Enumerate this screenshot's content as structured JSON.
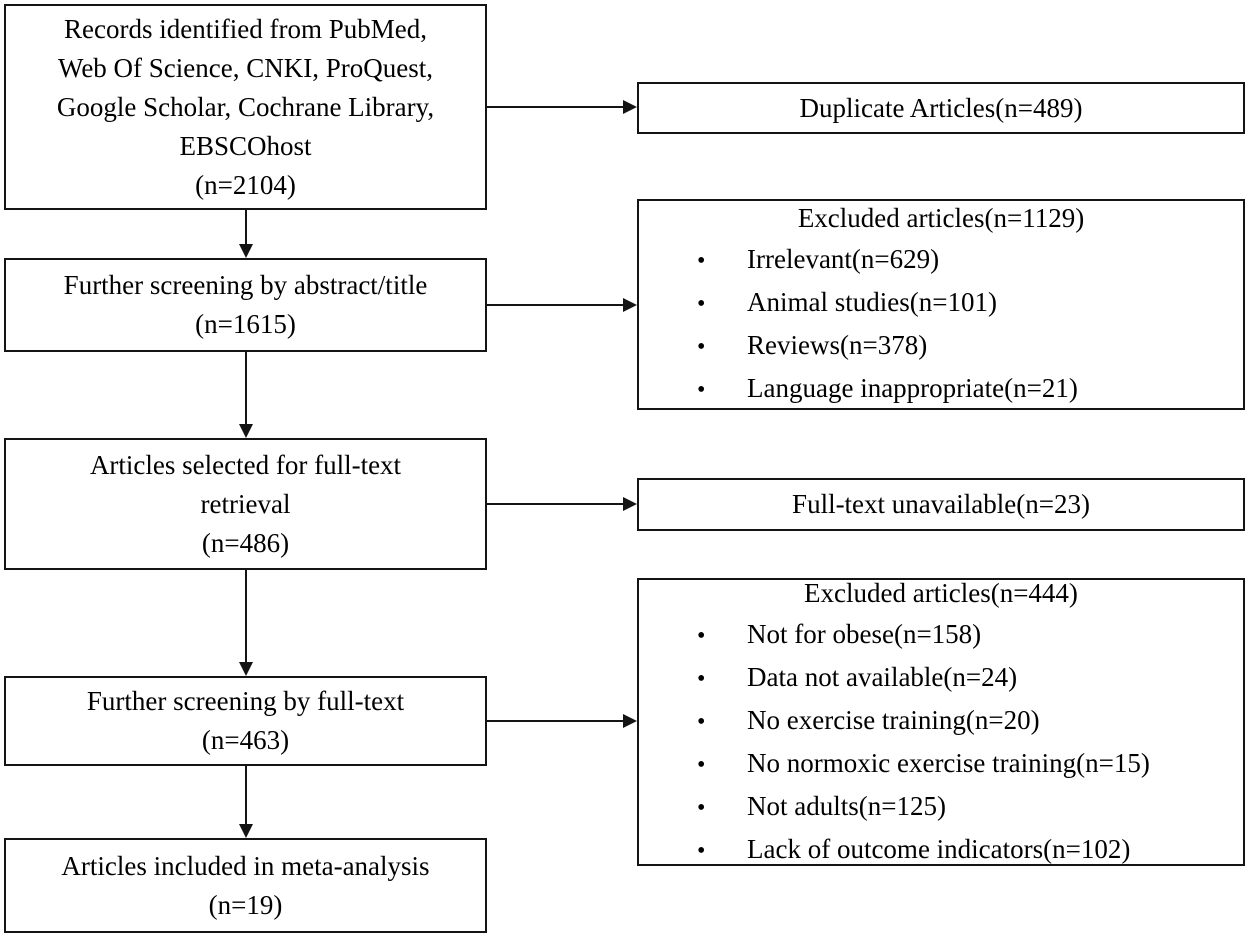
{
  "bullet_char": "•",
  "flow": {
    "identification": {
      "lines": [
        "Records identified from PubMed,",
        "Web Of Science, CNKI, ProQuest,",
        "Google Scholar, Cochrane Library,",
        "EBSCOhost",
        "(n=2104)"
      ]
    },
    "screening_abstract": {
      "lines": [
        "Further screening by abstract/title",
        "(n=1615)"
      ]
    },
    "fulltext_retrieval": {
      "lines": [
        "Articles selected for full-text",
        "retrieval",
        "(n=486)"
      ]
    },
    "screening_fulltext": {
      "lines": [
        "Further screening by full-text",
        "(n=463)"
      ]
    },
    "included": {
      "lines": [
        "Articles included in meta-analysis",
        "(n=19)"
      ]
    }
  },
  "exclusions": {
    "duplicates": {
      "label": "Duplicate Articles(n=489)"
    },
    "abstract_excluded": {
      "header": "Excluded articles(n=1129)",
      "items": [
        "Irrelevant(n=629)",
        "Animal studies(n=101)",
        "Reviews(n=378)",
        "Language inappropriate(n=21)"
      ]
    },
    "fulltext_unavailable": {
      "label": "Full-text unavailable(n=23)"
    },
    "fulltext_excluded": {
      "header": "Excluded articles(n=444)",
      "items": [
        "Not for obese(n=158)",
        "Data not available(n=24)",
        "No exercise training(n=20)",
        "No normoxic exercise training(n=15)",
        "Not adults(n=125)",
        "Lack of outcome indicators(n=102)"
      ]
    }
  },
  "colors": {
    "ink": "#141414",
    "background": "#ffffff"
  }
}
